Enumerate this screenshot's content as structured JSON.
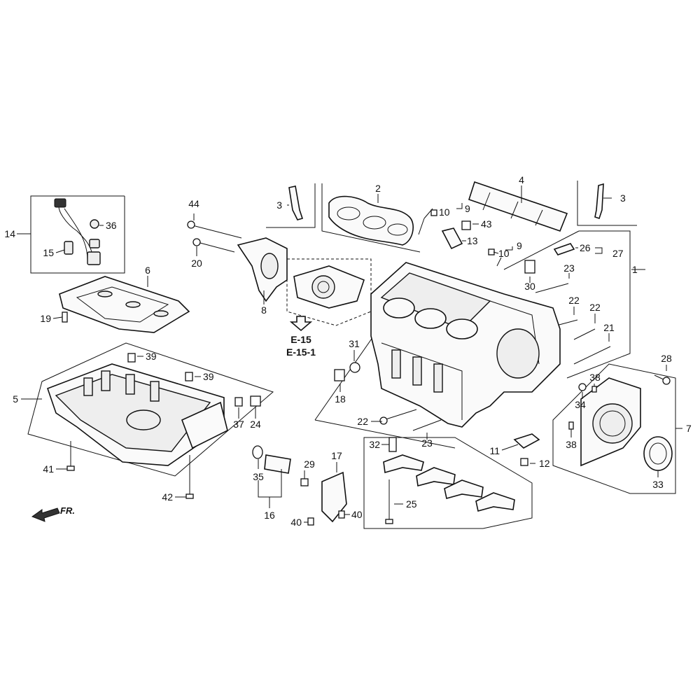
{
  "callouts": {
    "n1": "1",
    "n2": "2",
    "n3a": "3",
    "n3b": "3",
    "n4": "4",
    "n5": "5",
    "n6": "6",
    "n7": "7",
    "n8": "8",
    "n9a": "9",
    "n9b": "9",
    "n10a": "10",
    "n10b": "10",
    "n11": "11",
    "n12": "12",
    "n13": "13",
    "n14": "14",
    "n15": "15",
    "n16": "16",
    "n17": "17",
    "n18": "18",
    "n19": "19",
    "n20": "20",
    "n21": "21",
    "n22a": "22",
    "n22b": "22",
    "n22c": "22",
    "n23a": "23",
    "n23b": "23",
    "n24": "24",
    "n25": "25",
    "n26": "26",
    "n27": "27",
    "n28": "28",
    "n29": "29",
    "n30": "30",
    "n31": "31",
    "n32": "32",
    "n33": "33",
    "n34": "34",
    "n35": "35",
    "n36": "36",
    "n37": "37",
    "n38a": "38",
    "n38b": "38",
    "n39a": "39",
    "n39b": "39",
    "n40a": "40",
    "n40b": "40",
    "n41": "41",
    "n42": "42",
    "n43": "43",
    "n44": "44"
  },
  "references": {
    "ref_a": "E-15",
    "ref_b": "E-15-1"
  },
  "direction_marker": {
    "label": "FR."
  }
}
